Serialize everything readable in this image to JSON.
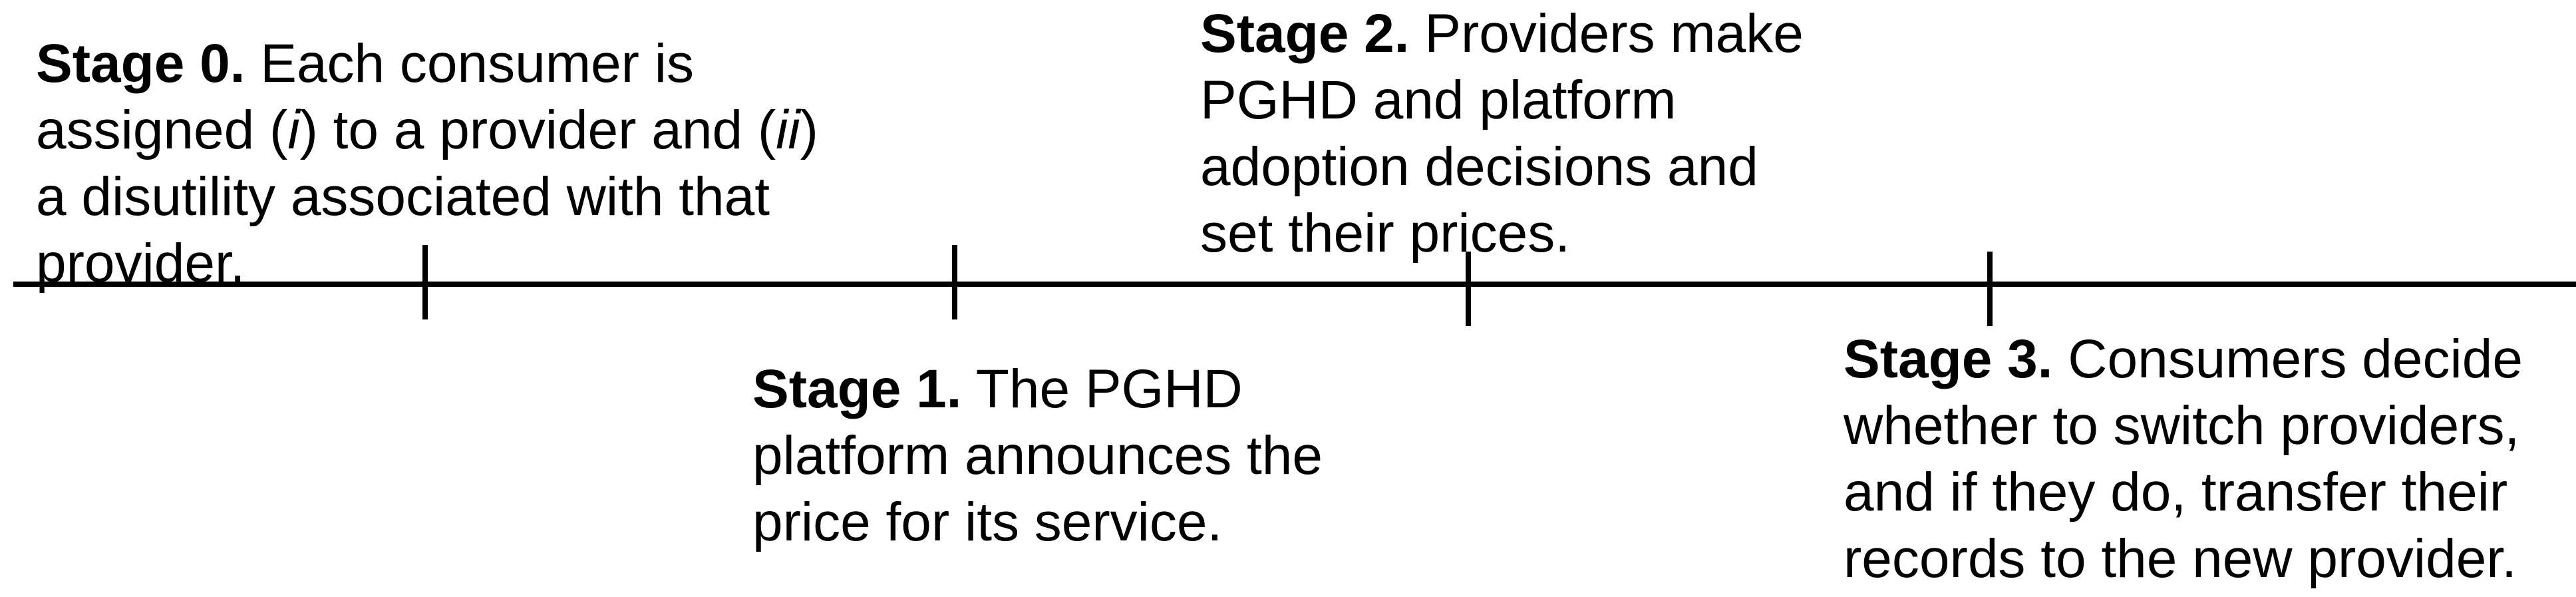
{
  "colors": {
    "line": "#000000",
    "text": "#000000",
    "background": "#ffffff"
  },
  "stages": [
    {
      "id": "stage0",
      "label": "Stage 0.",
      "lines": [
        [
          {
            "t": " Each consumer is"
          }
        ],
        [
          {
            "t": "assigned ("
          },
          {
            "t": "i",
            "italic": true
          },
          {
            "t": ") to a provider and ("
          },
          {
            "t": "ii",
            "italic": true
          },
          {
            "t": ")"
          }
        ],
        [
          {
            "t": "a disutility associated with that"
          }
        ],
        [
          {
            "t": "provider."
          }
        ]
      ]
    },
    {
      "id": "stage1",
      "label": "Stage 1.",
      "lines": [
        [
          {
            "t": " The PGHD"
          }
        ],
        [
          {
            "t": "platform announces the"
          }
        ],
        [
          {
            "t": "price for its service."
          }
        ]
      ]
    },
    {
      "id": "stage2",
      "label": "Stage 2.",
      "lines": [
        [
          {
            "t": " Providers make"
          }
        ],
        [
          {
            "t": "PGHD and platform"
          }
        ],
        [
          {
            "t": "adoption decisions and"
          }
        ],
        [
          {
            "t": "set their prices."
          }
        ]
      ]
    },
    {
      "id": "stage3",
      "label": "Stage 3.",
      "lines": [
        [
          {
            "t": " Consumers decide"
          }
        ],
        [
          {
            "t": "whether to switch providers,"
          }
        ],
        [
          {
            "t": "and if they do, transfer their"
          }
        ],
        [
          {
            "t": "records to the new provider."
          }
        ]
      ]
    }
  ]
}
